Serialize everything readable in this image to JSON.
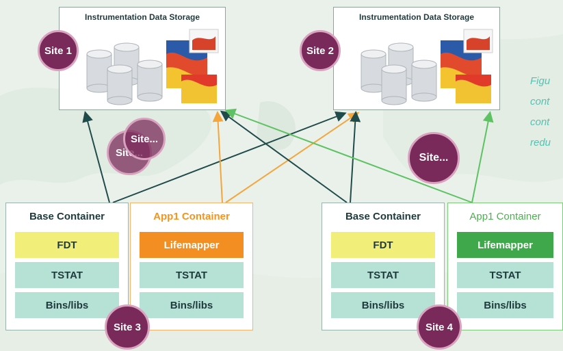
{
  "storage": [
    {
      "title": "Instrumentation Data Storage",
      "site": "Site 1"
    },
    {
      "title": "Instrumentation Data Storage",
      "site": "Site 2"
    }
  ],
  "extra_sites": {
    "left_back": "Site...",
    "left_front": "Site...",
    "right": "Site..."
  },
  "containers": {
    "c1": {
      "title": "Base Container",
      "layers": [
        "FDT",
        "TSTAT",
        "Bins/libs"
      ]
    },
    "c2": {
      "title": "App1 Container",
      "layers": [
        "Lifemapper",
        "TSTAT",
        "Bins/libs"
      ]
    },
    "c3": {
      "title": "Base Container",
      "layers": [
        "FDT",
        "TSTAT",
        "Bins/libs"
      ]
    },
    "c4": {
      "title": "App1 Container",
      "layers": [
        "Lifemapper",
        "TSTAT",
        "Bins/libs"
      ]
    }
  },
  "bottom_sites": {
    "left": "Site 3",
    "right": "Site 4"
  },
  "caption_fragments": [
    "Figu",
    "cont",
    "cont",
    "redu"
  ],
  "colors": {
    "dark_arrow": "#1f4b4a",
    "orange_arrow": "#f4a53b",
    "green_arrow": "#5ec264",
    "site_fill": "#7a2a5a",
    "app1_orange": "#f7941d",
    "app1_green": "#4cb050"
  }
}
